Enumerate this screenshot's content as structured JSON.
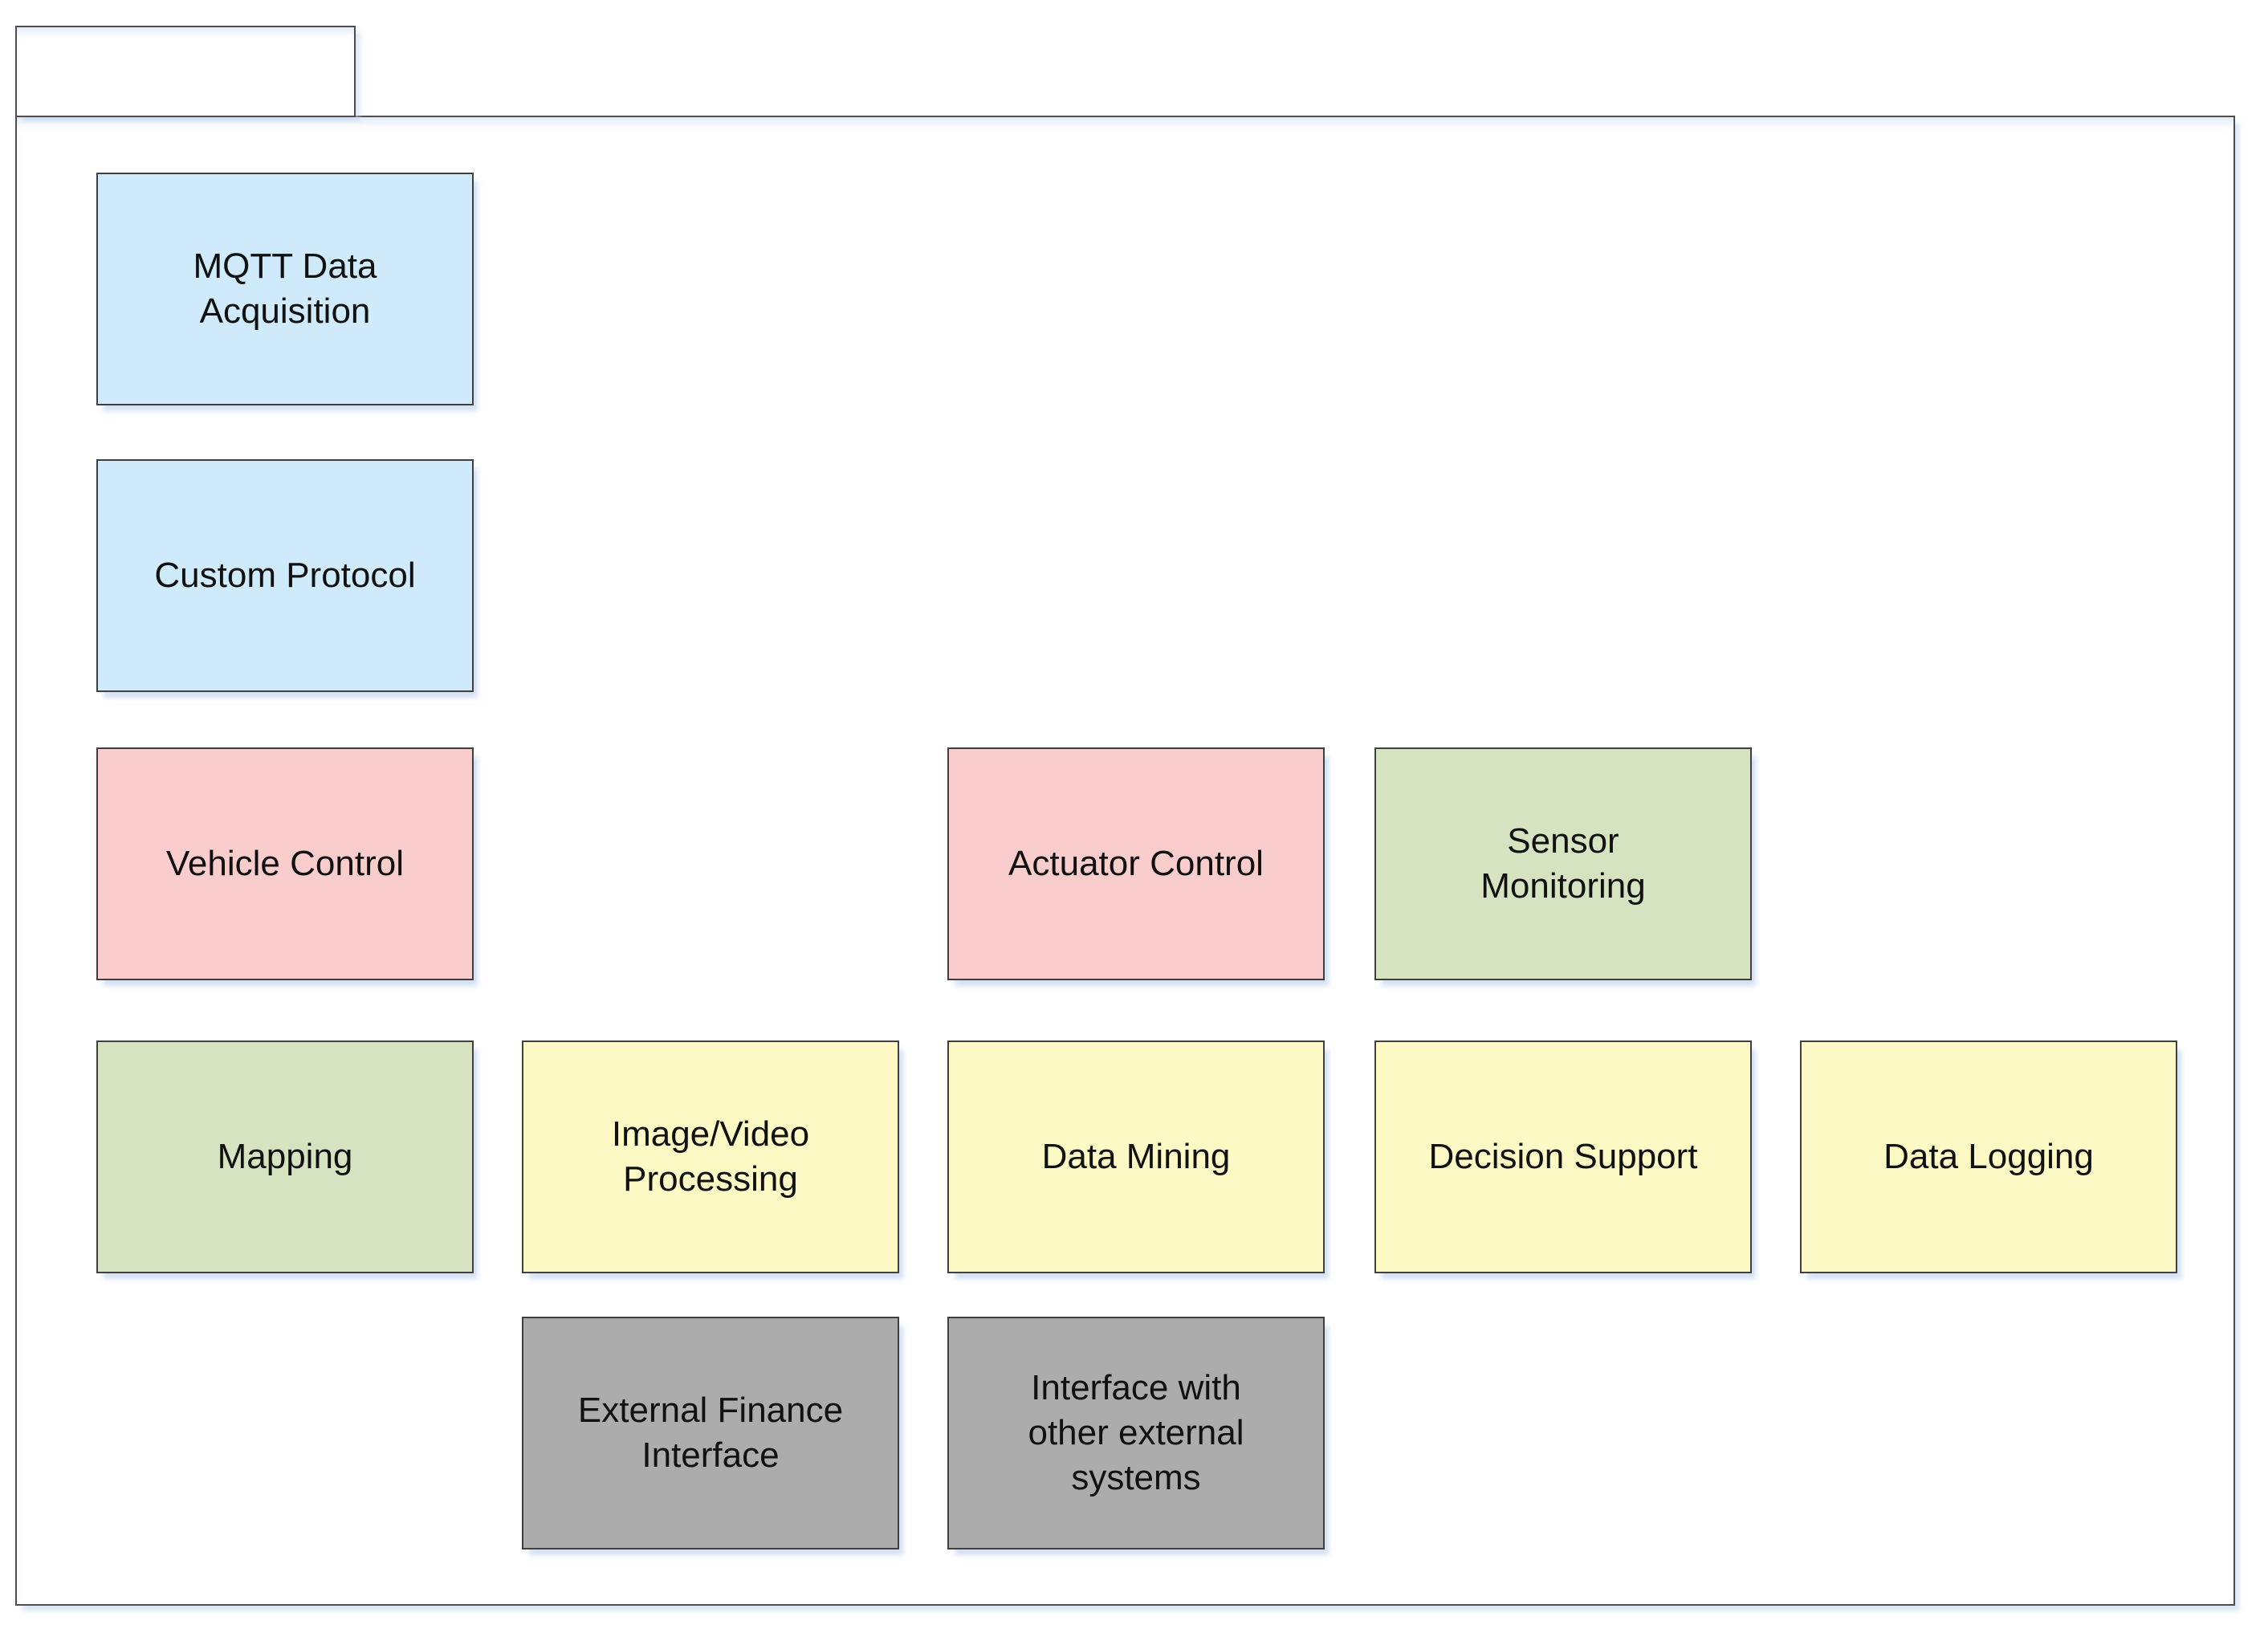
{
  "diagram": {
    "colors": {
      "blue": "#cfeafa",
      "pink": "#facdcd",
      "green": "#d6e3c0",
      "yellow": "#fcf9c4",
      "gray": "#acacac"
    },
    "nodes": [
      {
        "id": "mqtt-data-acquisition",
        "label": "MQTT Data Acquisition",
        "color": "blue"
      },
      {
        "id": "custom-protocol",
        "label": "Custom Protocol",
        "color": "blue"
      },
      {
        "id": "vehicle-control",
        "label": "Vehicle Control",
        "color": "pink"
      },
      {
        "id": "actuator-control",
        "label": "Actuator Control",
        "color": "pink"
      },
      {
        "id": "sensor-monitoring",
        "label": "Sensor Monitoring",
        "color": "green"
      },
      {
        "id": "mapping",
        "label": "Mapping",
        "color": "green"
      },
      {
        "id": "image-video-processing",
        "label": "Image/Video Processing",
        "color": "yellow"
      },
      {
        "id": "data-mining",
        "label": "Data Mining",
        "color": "yellow"
      },
      {
        "id": "decision-support",
        "label": "Decision Support",
        "color": "yellow"
      },
      {
        "id": "data-logging",
        "label": "Data Logging",
        "color": "yellow"
      },
      {
        "id": "external-finance-interface",
        "label": "External Finance Interface",
        "color": "gray"
      },
      {
        "id": "interface-with-other-external-systems",
        "label": "Interface with other external systems",
        "color": "gray"
      }
    ]
  }
}
